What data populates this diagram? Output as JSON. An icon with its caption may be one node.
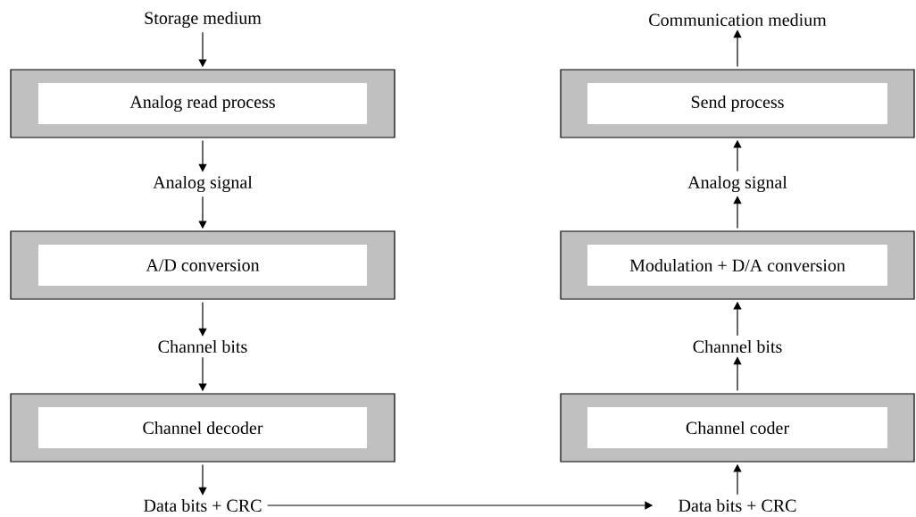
{
  "diagram": {
    "nodes": [
      {
        "text": [
          "Storage medium"
        ]
      },
      {
        "text": [
          "Analog read process"
        ]
      },
      {
        "text": [
          "Analog  signal"
        ]
      },
      {
        "text": [
          "A/D conversion"
        ]
      },
      {
        "text": [
          "Channel bits"
        ]
      },
      {
        "text": [
          "Channel decoder"
        ]
      },
      {
        "text": [
          "Data bits + CRC"
        ]
      },
      {
        "text": [
          "Communication medium"
        ]
      },
      {
        "text": [
          "Send process"
        ]
      },
      {
        "text": [
          "Analog  signal"
        ]
      },
      {
        "text": [
          "Modulation + D/A conversion"
        ]
      },
      {
        "text": [
          "Channel bits"
        ]
      },
      {
        "text": [
          "Channel coder"
        ]
      },
      {
        "text": [
          "Data bits + CRC"
        ]
      }
    ],
    "edges": [
      {
        "from": 0,
        "to": 1,
        "arrow": "to"
      },
      {
        "from": 1,
        "to": 2,
        "arrow": "to"
      },
      {
        "from": 2,
        "to": 3,
        "arrow": "to"
      },
      {
        "from": 3,
        "to": 4,
        "arrow": "to"
      },
      {
        "from": 4,
        "to": 5,
        "arrow": "to"
      },
      {
        "from": 5,
        "to": 6,
        "arrow": "to"
      },
      {
        "from": 6,
        "to": 13,
        "arrow": "to"
      },
      {
        "from": 13,
        "to": 12,
        "arrow": "to"
      },
      {
        "from": 12,
        "to": 11,
        "arrow": "to"
      },
      {
        "from": 11,
        "to": 10,
        "arrow": "to"
      },
      {
        "from": 10,
        "to": 9,
        "arrow": "to"
      },
      {
        "from": 9,
        "to": 8,
        "arrow": "to"
      },
      {
        "from": 8,
        "to": 7,
        "arrow": "to"
      }
    ]
  }
}
